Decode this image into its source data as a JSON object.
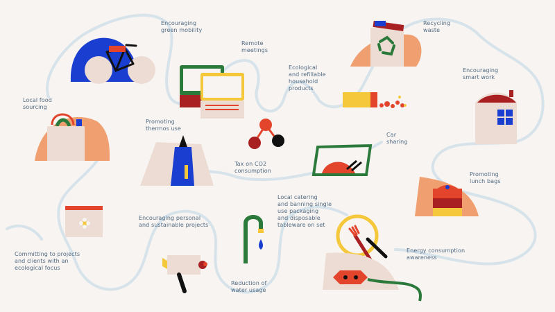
{
  "colors": {
    "background": "#f8f4f1",
    "path": "#d7e3ea",
    "label": "#4f6a83",
    "blue": "#1a3fd0",
    "red": "#e2452c",
    "orange": "#f0a070",
    "green": "#2b7a3c",
    "yellow": "#f5c83c",
    "beige": "#ecdcd3",
    "dark_red": "#a82022",
    "black": "#111111"
  },
  "labels": {
    "green_mobility": "Encouraging\ngreen mobility",
    "remote_meetings": "Remote\nmeetings",
    "recycling": "Recycling\nwaste",
    "local_food": "Local food\nsourcing",
    "refillable": "Ecological\nand refillable\nhousehold\nproducts",
    "smart_work": "Encouraging\nsmart work",
    "thermos": "Promoting\nthermos use",
    "car_sharing": "Car\nsharing",
    "co2_tax": "Tax on CO2\nconsumption",
    "lunch_bags": "Promoting\nlunch bags",
    "local_catering": "Local catering\nand banning single\nuse packaging\nand disposable\ntableware on set",
    "personal_projects": "Encouraging personal\nand sustainable projects",
    "eco_clients": "Committing to projects\nand clients with an\necological focus",
    "energy": "Energy consumption\nawareness",
    "water": "Reduction of\nwater usage"
  },
  "icons": [
    "bicycle-icon",
    "laptop-icon",
    "recycling-bag-icon",
    "shopping-bag-icon",
    "refill-box-icon",
    "house-icon",
    "thermos-icon",
    "molecule-icon",
    "car-window-icon",
    "lunch-bag-icon",
    "tableware-icon",
    "outlet-plug-icon",
    "calendar-flower-icon",
    "video-camera-icon",
    "water-tap-icon"
  ]
}
